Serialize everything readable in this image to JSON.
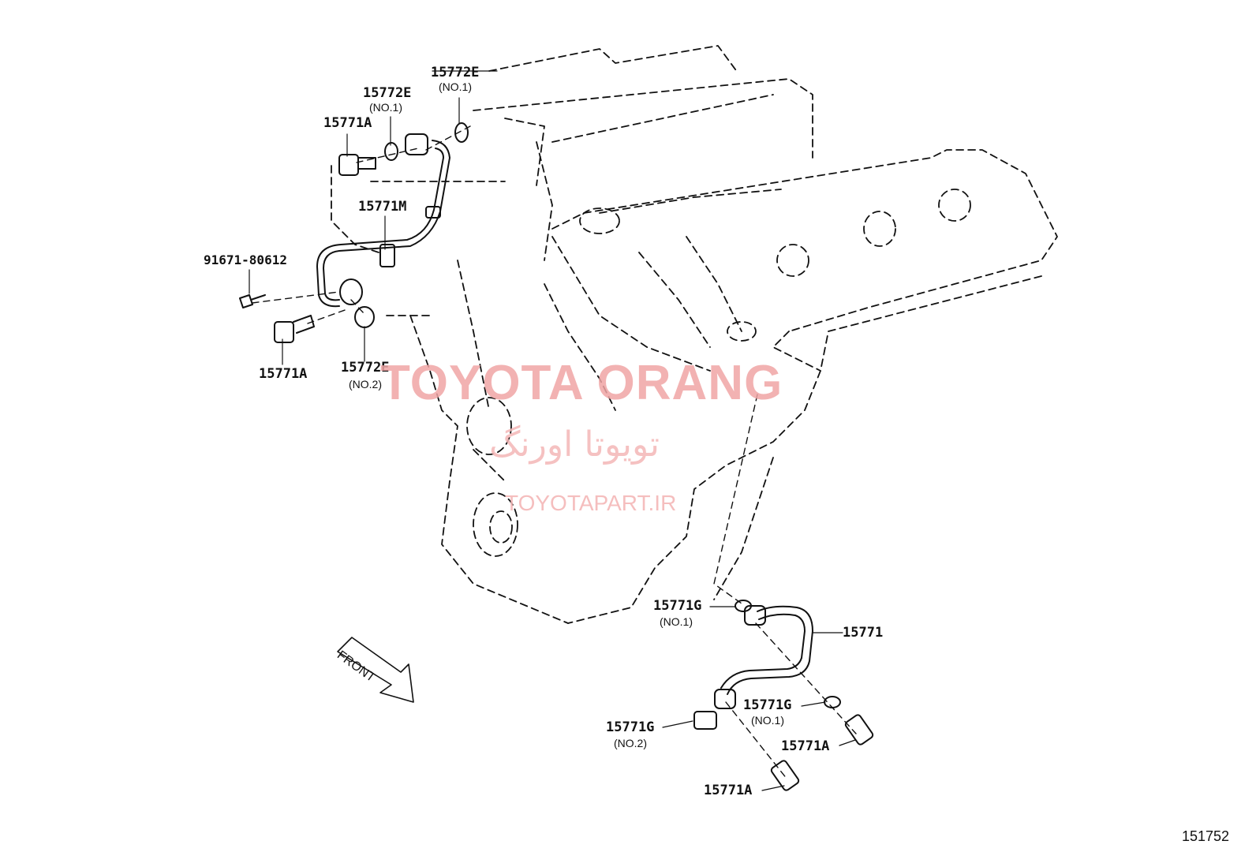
{
  "labels": {
    "bolt_top": "15771A",
    "bolt_mid_left": "15771A",
    "bolt_bottom_right": "15771A",
    "bolt_bottom": "15771A",
    "gasket_top_no1_a": "15772E",
    "gasket_top_no1_b": "15772E",
    "gasket_no2": "15772E",
    "pipe_upper": "15771M",
    "bolt_small": "91671-80612",
    "pipe_lower": "15771",
    "gasket_g_no1_upper": "15771G",
    "gasket_g_no1_lower": "15771G",
    "gasket_g_no2": "15771G"
  },
  "sublabels": {
    "no1_a": "(NO.1)",
    "no1_b": "(NO.1)",
    "no2_e": "(NO.2)",
    "no1_g_upper": "(NO.1)",
    "no1_g_lower": "(NO.1)",
    "no2_g": "(NO.2)"
  },
  "front_label": "FRONT",
  "watermark": {
    "brand": "TOYOTA ORANG",
    "persian": "تویوتا اورنگ",
    "url": "TOYOTAPART.IR"
  },
  "figure_number": "151752"
}
